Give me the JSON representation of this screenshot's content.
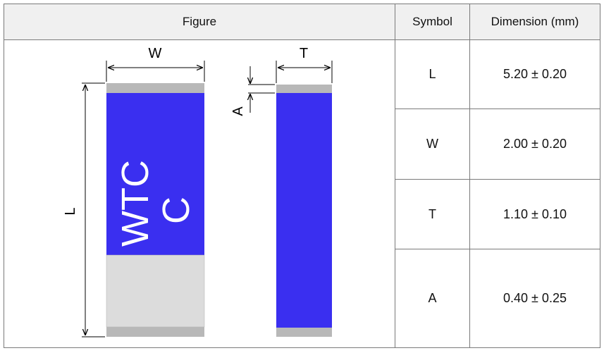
{
  "table": {
    "headers": {
      "figure": "Figure",
      "symbol": "Symbol",
      "dimension": "Dimension (mm)"
    },
    "rows": [
      {
        "symbol": "L",
        "dimension": "5.20 ± 0.20"
      },
      {
        "symbol": "W",
        "dimension": "2.00 ± 0.20"
      },
      {
        "symbol": "T",
        "dimension": "1.10 ± 0.10"
      },
      {
        "symbol": "A",
        "dimension": "0.40 ± 0.25"
      }
    ]
  },
  "figure": {
    "labels": {
      "width": "W",
      "thickness": "T",
      "length": "L",
      "termination": "A"
    },
    "marking": {
      "line1": "WTC",
      "line2": "C"
    },
    "colors": {
      "body": "#3a2ff0",
      "terminal": "#b8b8b8",
      "ceramic": "#dcdcdc",
      "header_bg": "#f0f0f0",
      "grid": "#7a7a7a"
    }
  }
}
